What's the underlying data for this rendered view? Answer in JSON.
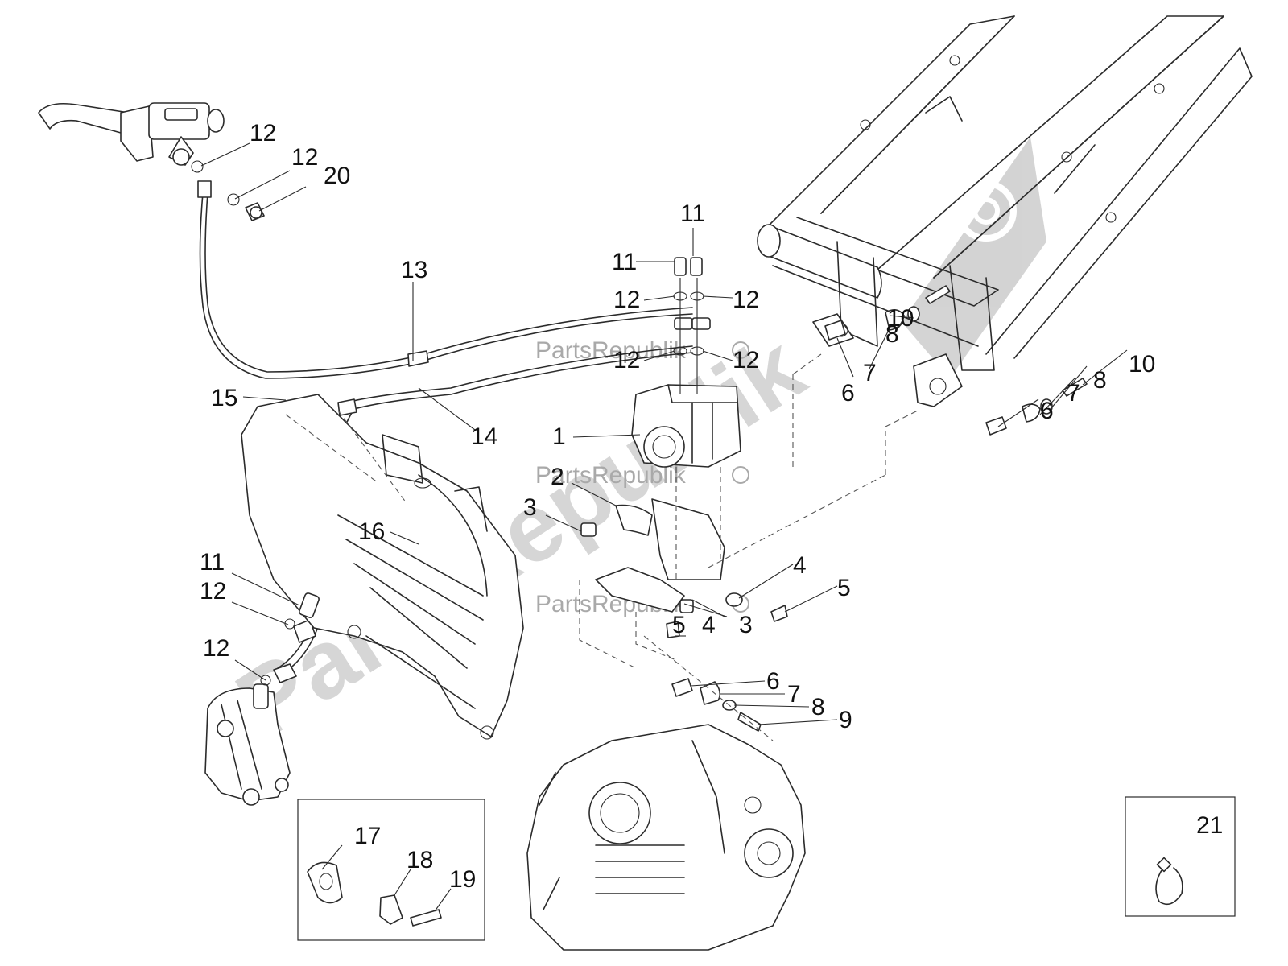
{
  "watermark": {
    "large_text": "PartsRepublik",
    "small_text": "PartsRepublik"
  },
  "callouts": [
    {
      "id": "c1",
      "label": "1"
    },
    {
      "id": "c2",
      "label": "2"
    },
    {
      "id": "c3a",
      "label": "3"
    },
    {
      "id": "c3b",
      "label": "3"
    },
    {
      "id": "c4a",
      "label": "4"
    },
    {
      "id": "c4b",
      "label": "4"
    },
    {
      "id": "c5a",
      "label": "5"
    },
    {
      "id": "c5b",
      "label": "5"
    },
    {
      "id": "c6a",
      "label": "6"
    },
    {
      "id": "c6b",
      "label": "6"
    },
    {
      "id": "c6c",
      "label": "6"
    },
    {
      "id": "c7a",
      "label": "7"
    },
    {
      "id": "c7b",
      "label": "7"
    },
    {
      "id": "c7c",
      "label": "7"
    },
    {
      "id": "c8a",
      "label": "8"
    },
    {
      "id": "c8b",
      "label": "8"
    },
    {
      "id": "c8c",
      "label": "8"
    },
    {
      "id": "c9",
      "label": "9"
    },
    {
      "id": "c10a",
      "label": "10"
    },
    {
      "id": "c10b",
      "label": "10"
    },
    {
      "id": "c11a",
      "label": "11"
    },
    {
      "id": "c11b",
      "label": "11"
    },
    {
      "id": "c11c",
      "label": "11"
    },
    {
      "id": "c12a",
      "label": "12"
    },
    {
      "id": "c12b",
      "label": "12"
    },
    {
      "id": "c12c",
      "label": "12"
    },
    {
      "id": "c12d",
      "label": "12"
    },
    {
      "id": "c12e",
      "label": "12"
    },
    {
      "id": "c12f",
      "label": "12"
    },
    {
      "id": "c12g",
      "label": "12"
    },
    {
      "id": "c12h",
      "label": "12"
    },
    {
      "id": "c13",
      "label": "13"
    },
    {
      "id": "c14",
      "label": "14"
    },
    {
      "id": "c15",
      "label": "15"
    },
    {
      "id": "c16",
      "label": "16"
    },
    {
      "id": "c17",
      "label": "17"
    },
    {
      "id": "c18",
      "label": "18"
    },
    {
      "id": "c19",
      "label": "19"
    },
    {
      "id": "c20",
      "label": "20"
    },
    {
      "id": "c21",
      "label": "21"
    }
  ]
}
